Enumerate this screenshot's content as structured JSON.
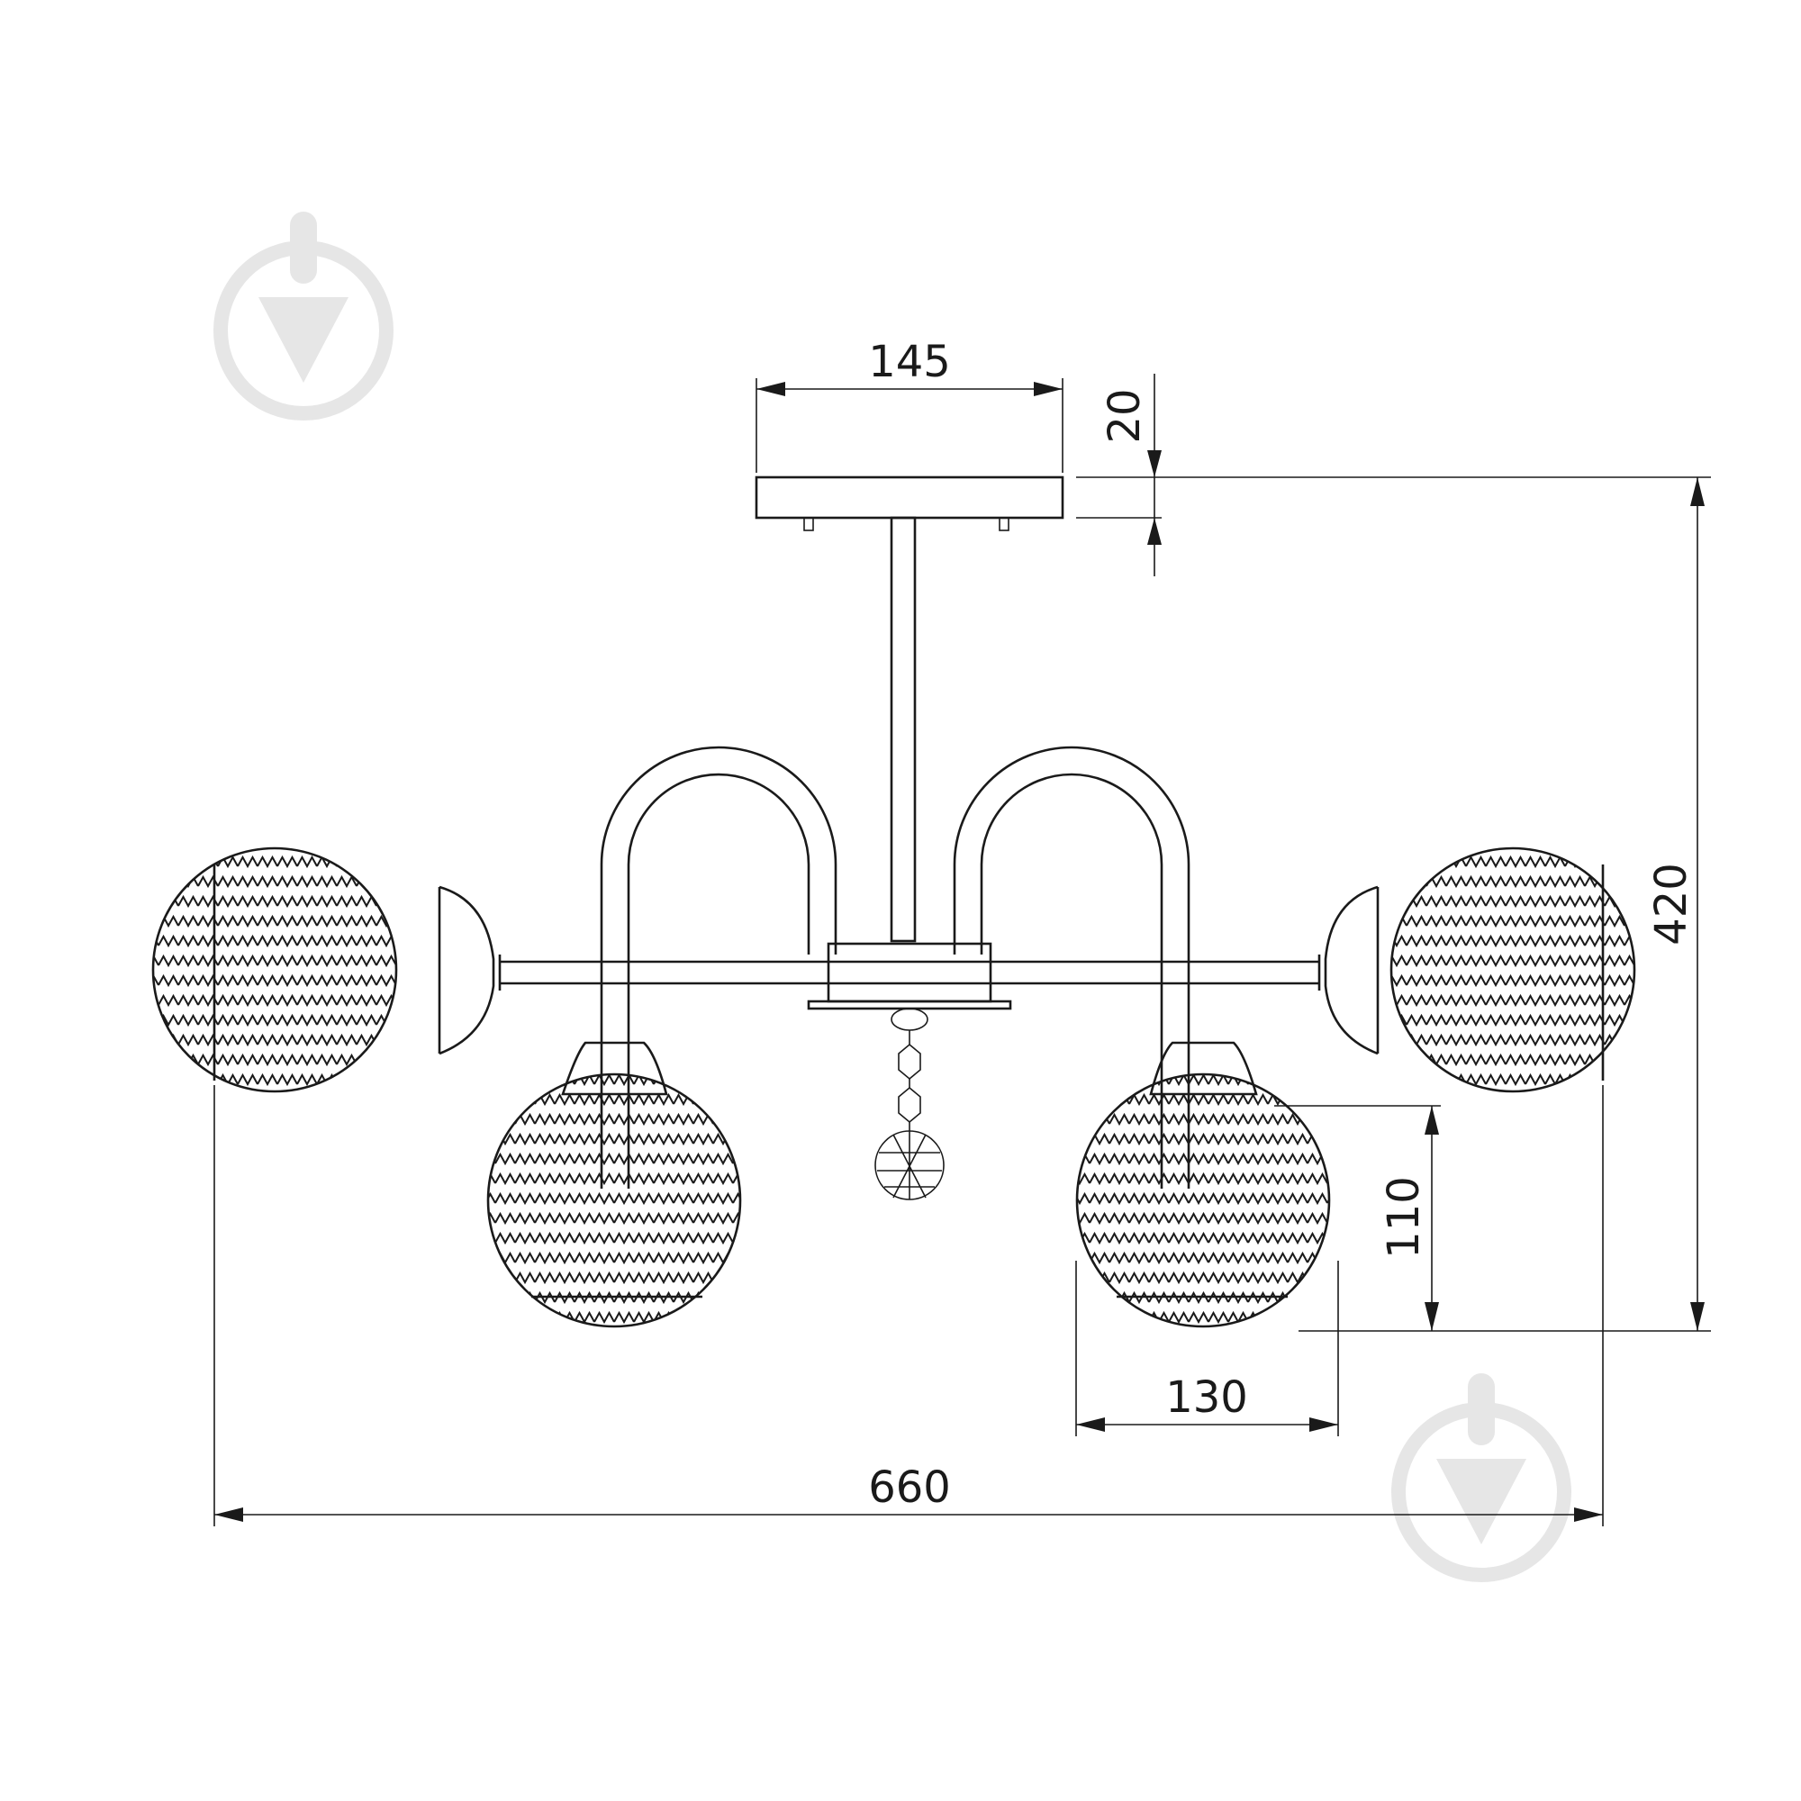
{
  "dimensions": {
    "top_plate_width": "145",
    "top_plate_height": "20",
    "total_height": "420",
    "shade_height": "110",
    "shade_width": "130",
    "total_width": "660"
  },
  "icons": [
    "logo-watermark-icon"
  ]
}
